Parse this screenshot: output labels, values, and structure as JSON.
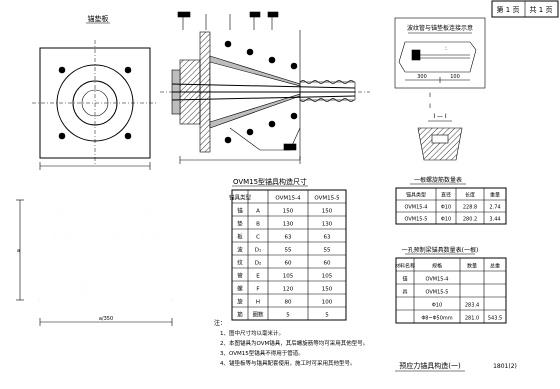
{
  "title_block": {
    "page_current": "第 1 页",
    "page_total": "共 1 页",
    "drawing_title": "预应力锚具构造(一)",
    "drawing_number": "1801(2)"
  },
  "views": {
    "anchor_plate_title": "锚垫板",
    "dimension_label": "a",
    "spiral_width_label": "a/350"
  },
  "detail": {
    "title": "波纹管与锚垫板连接示意",
    "dim_left": "300",
    "dim_right": "100",
    "section_label_top": "I",
    "section_mark": "I — I",
    "section_label_bottom": "I"
  },
  "dimension_table": {
    "title": "OVM15型锚具构造尺寸",
    "header": [
      "锚具类型",
      "",
      "OVM15-4",
      "OVM15-5"
    ],
    "rows": [
      [
        "锚",
        "A",
        "150",
        "150"
      ],
      [
        "垫",
        "B",
        "130",
        "130"
      ],
      [
        "板",
        "C",
        "63",
        "63"
      ],
      [
        "波",
        "D₁",
        "55",
        "55"
      ],
      [
        "纹",
        "D₂",
        "60",
        "60"
      ],
      [
        "管",
        "E",
        "105",
        "105"
      ],
      [
        "螺",
        "F",
        "120",
        "150"
      ],
      [
        "旋",
        "H",
        "80",
        "100"
      ],
      [
        "筋",
        "圈数",
        "5",
        "5"
      ]
    ]
  },
  "material_table_1": {
    "title": "一根螺旋筋数量表",
    "header": [
      "锚具类型",
      "直径",
      "长度",
      "重量"
    ],
    "rows": [
      [
        "OVM15-4",
        "Φ10",
        "228.8",
        "2.74"
      ],
      [
        "OVM15-5",
        "Φ10",
        "280.2",
        "3.44"
      ]
    ]
  },
  "material_table_2": {
    "title": "一孔预制梁锚具数量表(一根)",
    "header": [
      "材料名称",
      "规格",
      "数量",
      "总重"
    ],
    "rows": [
      [
        "锚",
        "OVM15-4",
        "",
        ""
      ],
      [
        "具",
        "OVM15-5",
        "",
        ""
      ],
      [
        "",
        "Φ10",
        "283.4",
        ""
      ],
      [
        "",
        "Φ8~Φ50mm",
        "281.0",
        "543.5"
      ]
    ]
  },
  "notes": {
    "heading": "注：",
    "items": [
      "1、图中尺寸均以毫米计。",
      "2、本图锚具为OVM锚具，其后螺旋筋等均可采用其他型号。",
      "3、OVM15型锚具不得用于管道。",
      "4、锚垫板等与锚具配套使用，施工时可采用其他型号。"
    ]
  }
}
